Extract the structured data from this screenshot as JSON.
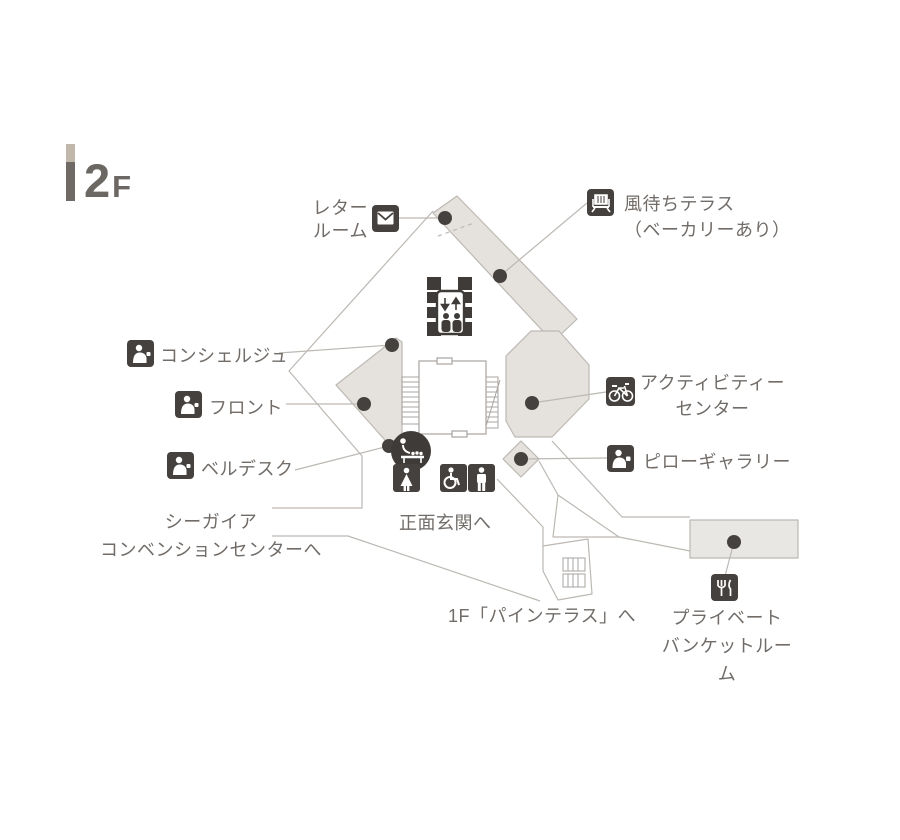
{
  "header": {
    "floor_big": "2",
    "floor_small": "F"
  },
  "colors": {
    "area_fill": "#e5e1dc",
    "room_fill": "#e9e7e4",
    "outline": "#bcb8b3",
    "icon_bg": "#45413e",
    "text": "#716c68",
    "bar_top": "#c1b7aa",
    "bar_bottom": "#6f6a65"
  },
  "labels": {
    "letter_room": {
      "lines": [
        "レター",
        "ルーム"
      ]
    },
    "kazamachi_terrace": {
      "lines": [
        "風待ちテラス",
        "（ベーカリーあり）"
      ]
    },
    "concierge": {
      "text": "コンシェルジュ"
    },
    "front_desk": {
      "text": "フロント"
    },
    "bell_desk": {
      "text": "ベルデスク"
    },
    "activity_center": {
      "lines": [
        "アクティビティー",
        "センター"
      ]
    },
    "pillow_gallery": {
      "text": "ピローギャラリー"
    },
    "to_convention_center": {
      "lines": [
        "シーガイア",
        "コンベンションセンターへ"
      ]
    },
    "to_main_entrance": {
      "text": "正面玄関へ"
    },
    "to_pine_terrace": {
      "text": "1F「パインテラス」へ"
    },
    "private_banquet": {
      "lines": [
        "プライベート",
        "バンケットルーム"
      ]
    }
  },
  "icons": {
    "letter_room": "mail-icon",
    "kazamachi_terrace": "terrace-chair-icon",
    "concierge": "reception-person-icon",
    "front_desk": "reception-person-icon",
    "bell_desk": "reception-person-icon",
    "activity_center": "bicycle-icon",
    "pillow_gallery": "pillow-person-icon",
    "private_banquet": "fork-knife-icon",
    "elevator": "elevator-icon",
    "restrooms": [
      "female-icon",
      "wheelchair-icon",
      "male-icon"
    ],
    "baby_care": "baby-changing-icon"
  }
}
